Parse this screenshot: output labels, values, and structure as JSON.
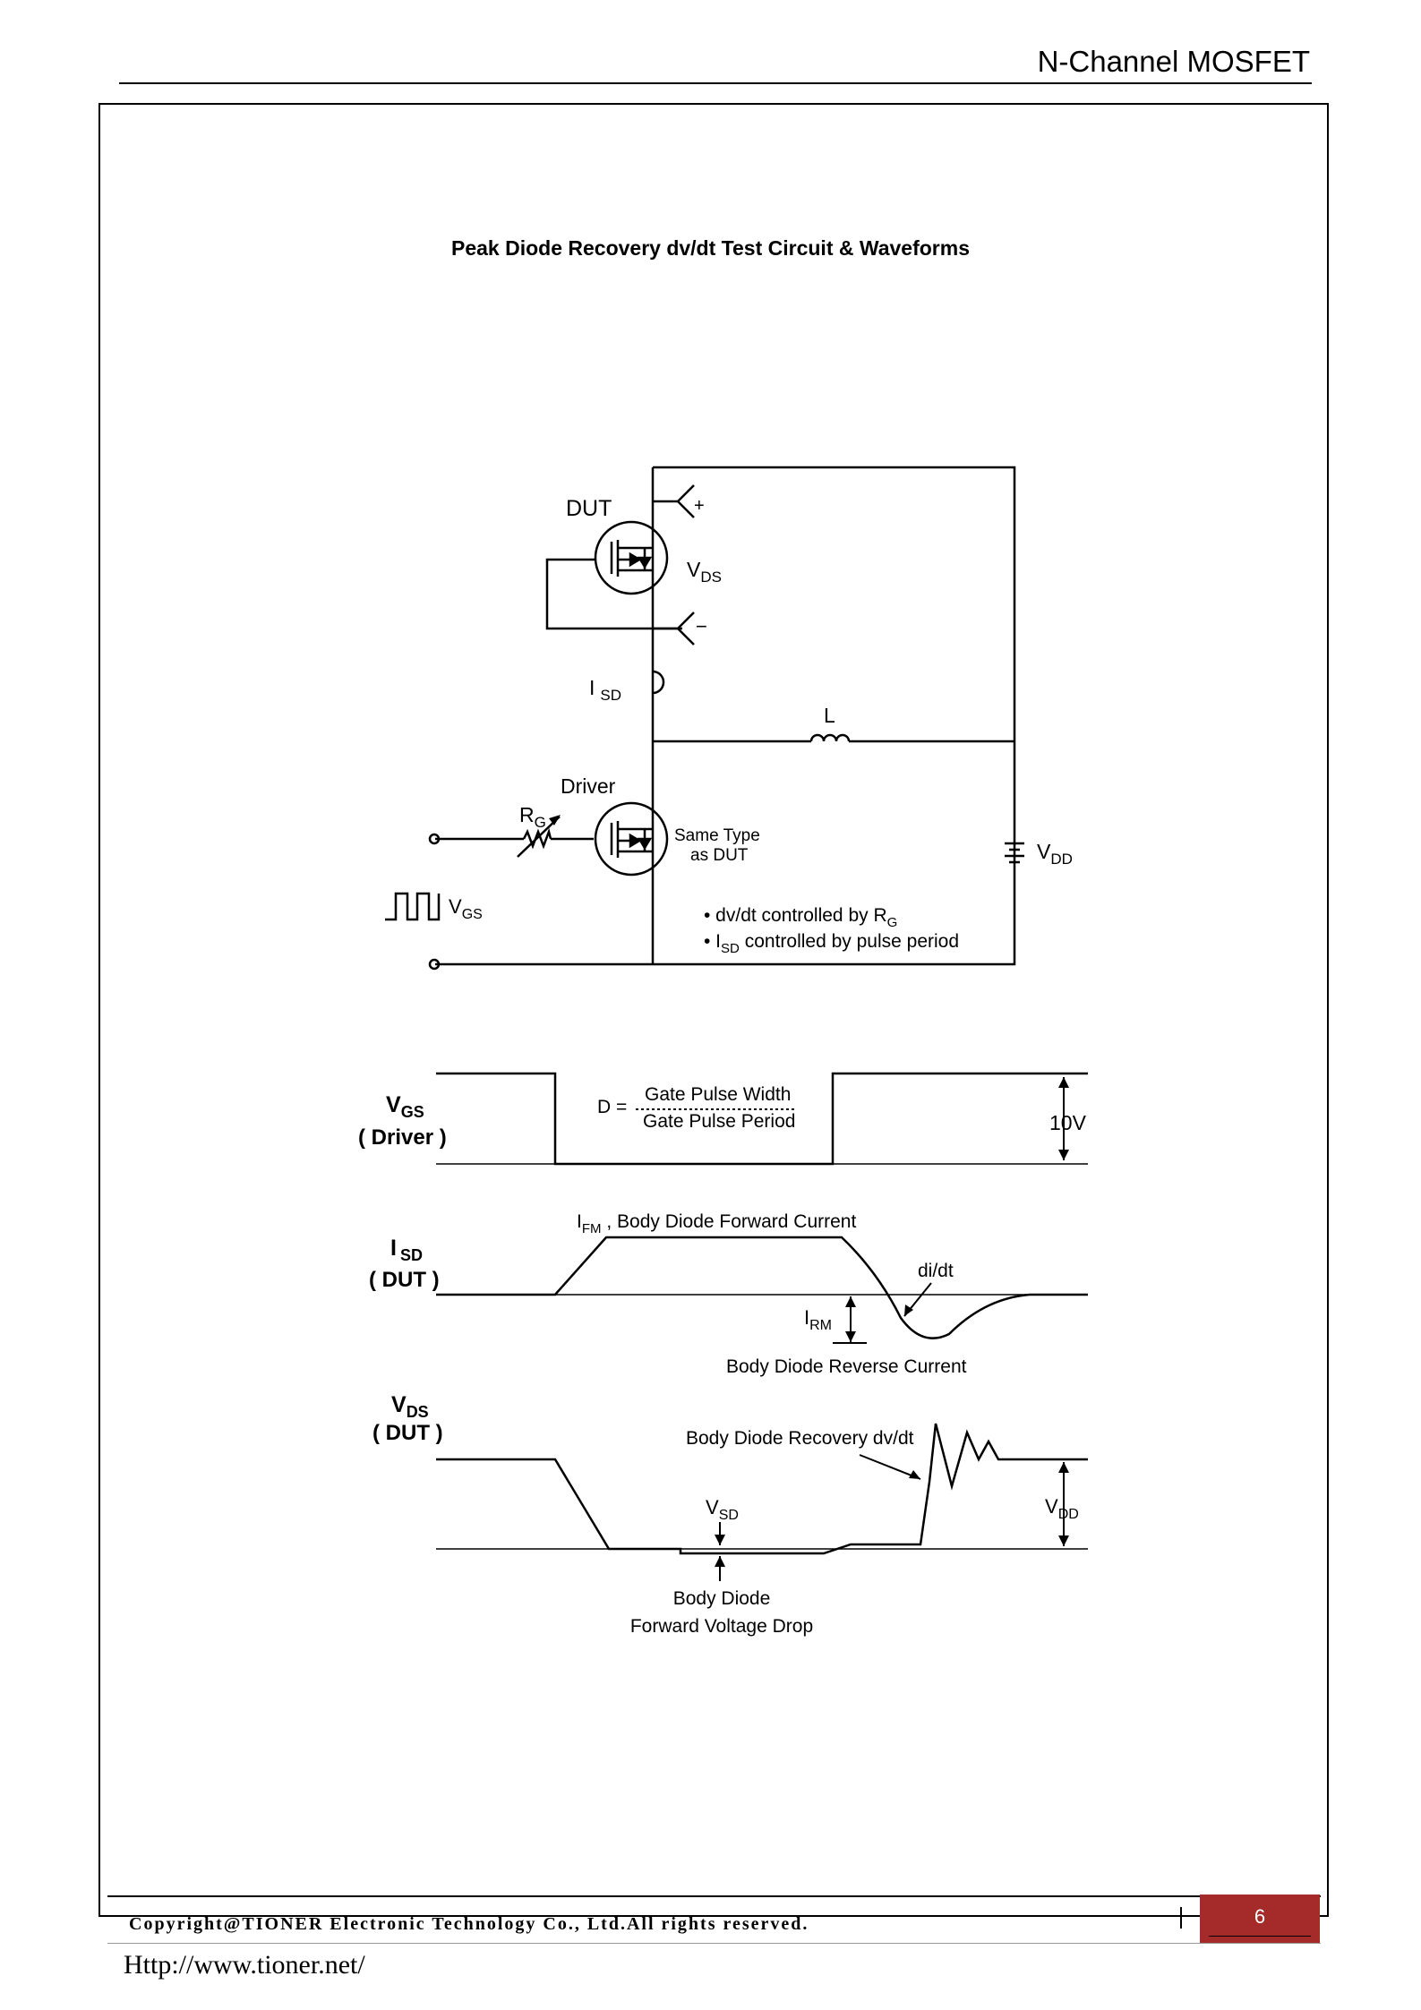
{
  "header": {
    "title": "N-Channel MOSFET"
  },
  "figure": {
    "title": "Peak Diode Recovery dv/dt Test Circuit & Waveforms",
    "circuit": {
      "dut_label": "DUT",
      "plus": "+",
      "minus": "−",
      "vds_main": "V",
      "vds_sub": "DS",
      "isd_main": "I",
      "isd_sub": "SD",
      "inductor_label": "L",
      "driver_label": "Driver",
      "rg_main": "R",
      "rg_sub": "G",
      "same_type_line1": "Same Type",
      "same_type_line2": "as DUT",
      "vdd_main": "V",
      "vdd_sub": "DD",
      "vgs_main": "V",
      "vgs_sub": "GS",
      "note1_text": "• dv/dt controlled by  R",
      "note1_sub": "G",
      "note2_pre": "• I",
      "note2_sub": "SD",
      "note2_post": " controlled by pulse period"
    },
    "waveforms": {
      "vgs_label_main": "V",
      "vgs_label_sub": "GS",
      "vgs_label_paren": "( Driver )",
      "d_equals": "D =",
      "gate_pulse_width": "Gate Pulse Width",
      "gate_pulse_period": "Gate Pulse Period",
      "ten_v": "10V",
      "isd_label_main": "I",
      "isd_label_sub": "SD",
      "isd_label_paren": "( DUT )",
      "ifm_main": "I",
      "ifm_sub": "FM",
      "ifm_text": " , Body Diode Forward Current",
      "didt": "di/dt",
      "irm_main": "I",
      "irm_sub": "RM",
      "reverse_current": "Body Diode Reverse Current",
      "vds_label_main": "V",
      "vds_label_sub": "DS",
      "vds_label_paren": "( DUT )",
      "recovery": "Body Diode Recovery dv/dt",
      "vsd_main": "V",
      "vsd_sub": "SD",
      "vdd_main": "V",
      "vdd_sub": "DD",
      "body_diode_line1": "Body Diode",
      "body_diode_line2": "Forward Voltage Drop"
    }
  },
  "footer": {
    "copyright": "Copyright@TIONER Electronic Technology Co., Ltd.All rights reserved.",
    "page_number": "6",
    "url": "Http://www.tioner.net/"
  }
}
